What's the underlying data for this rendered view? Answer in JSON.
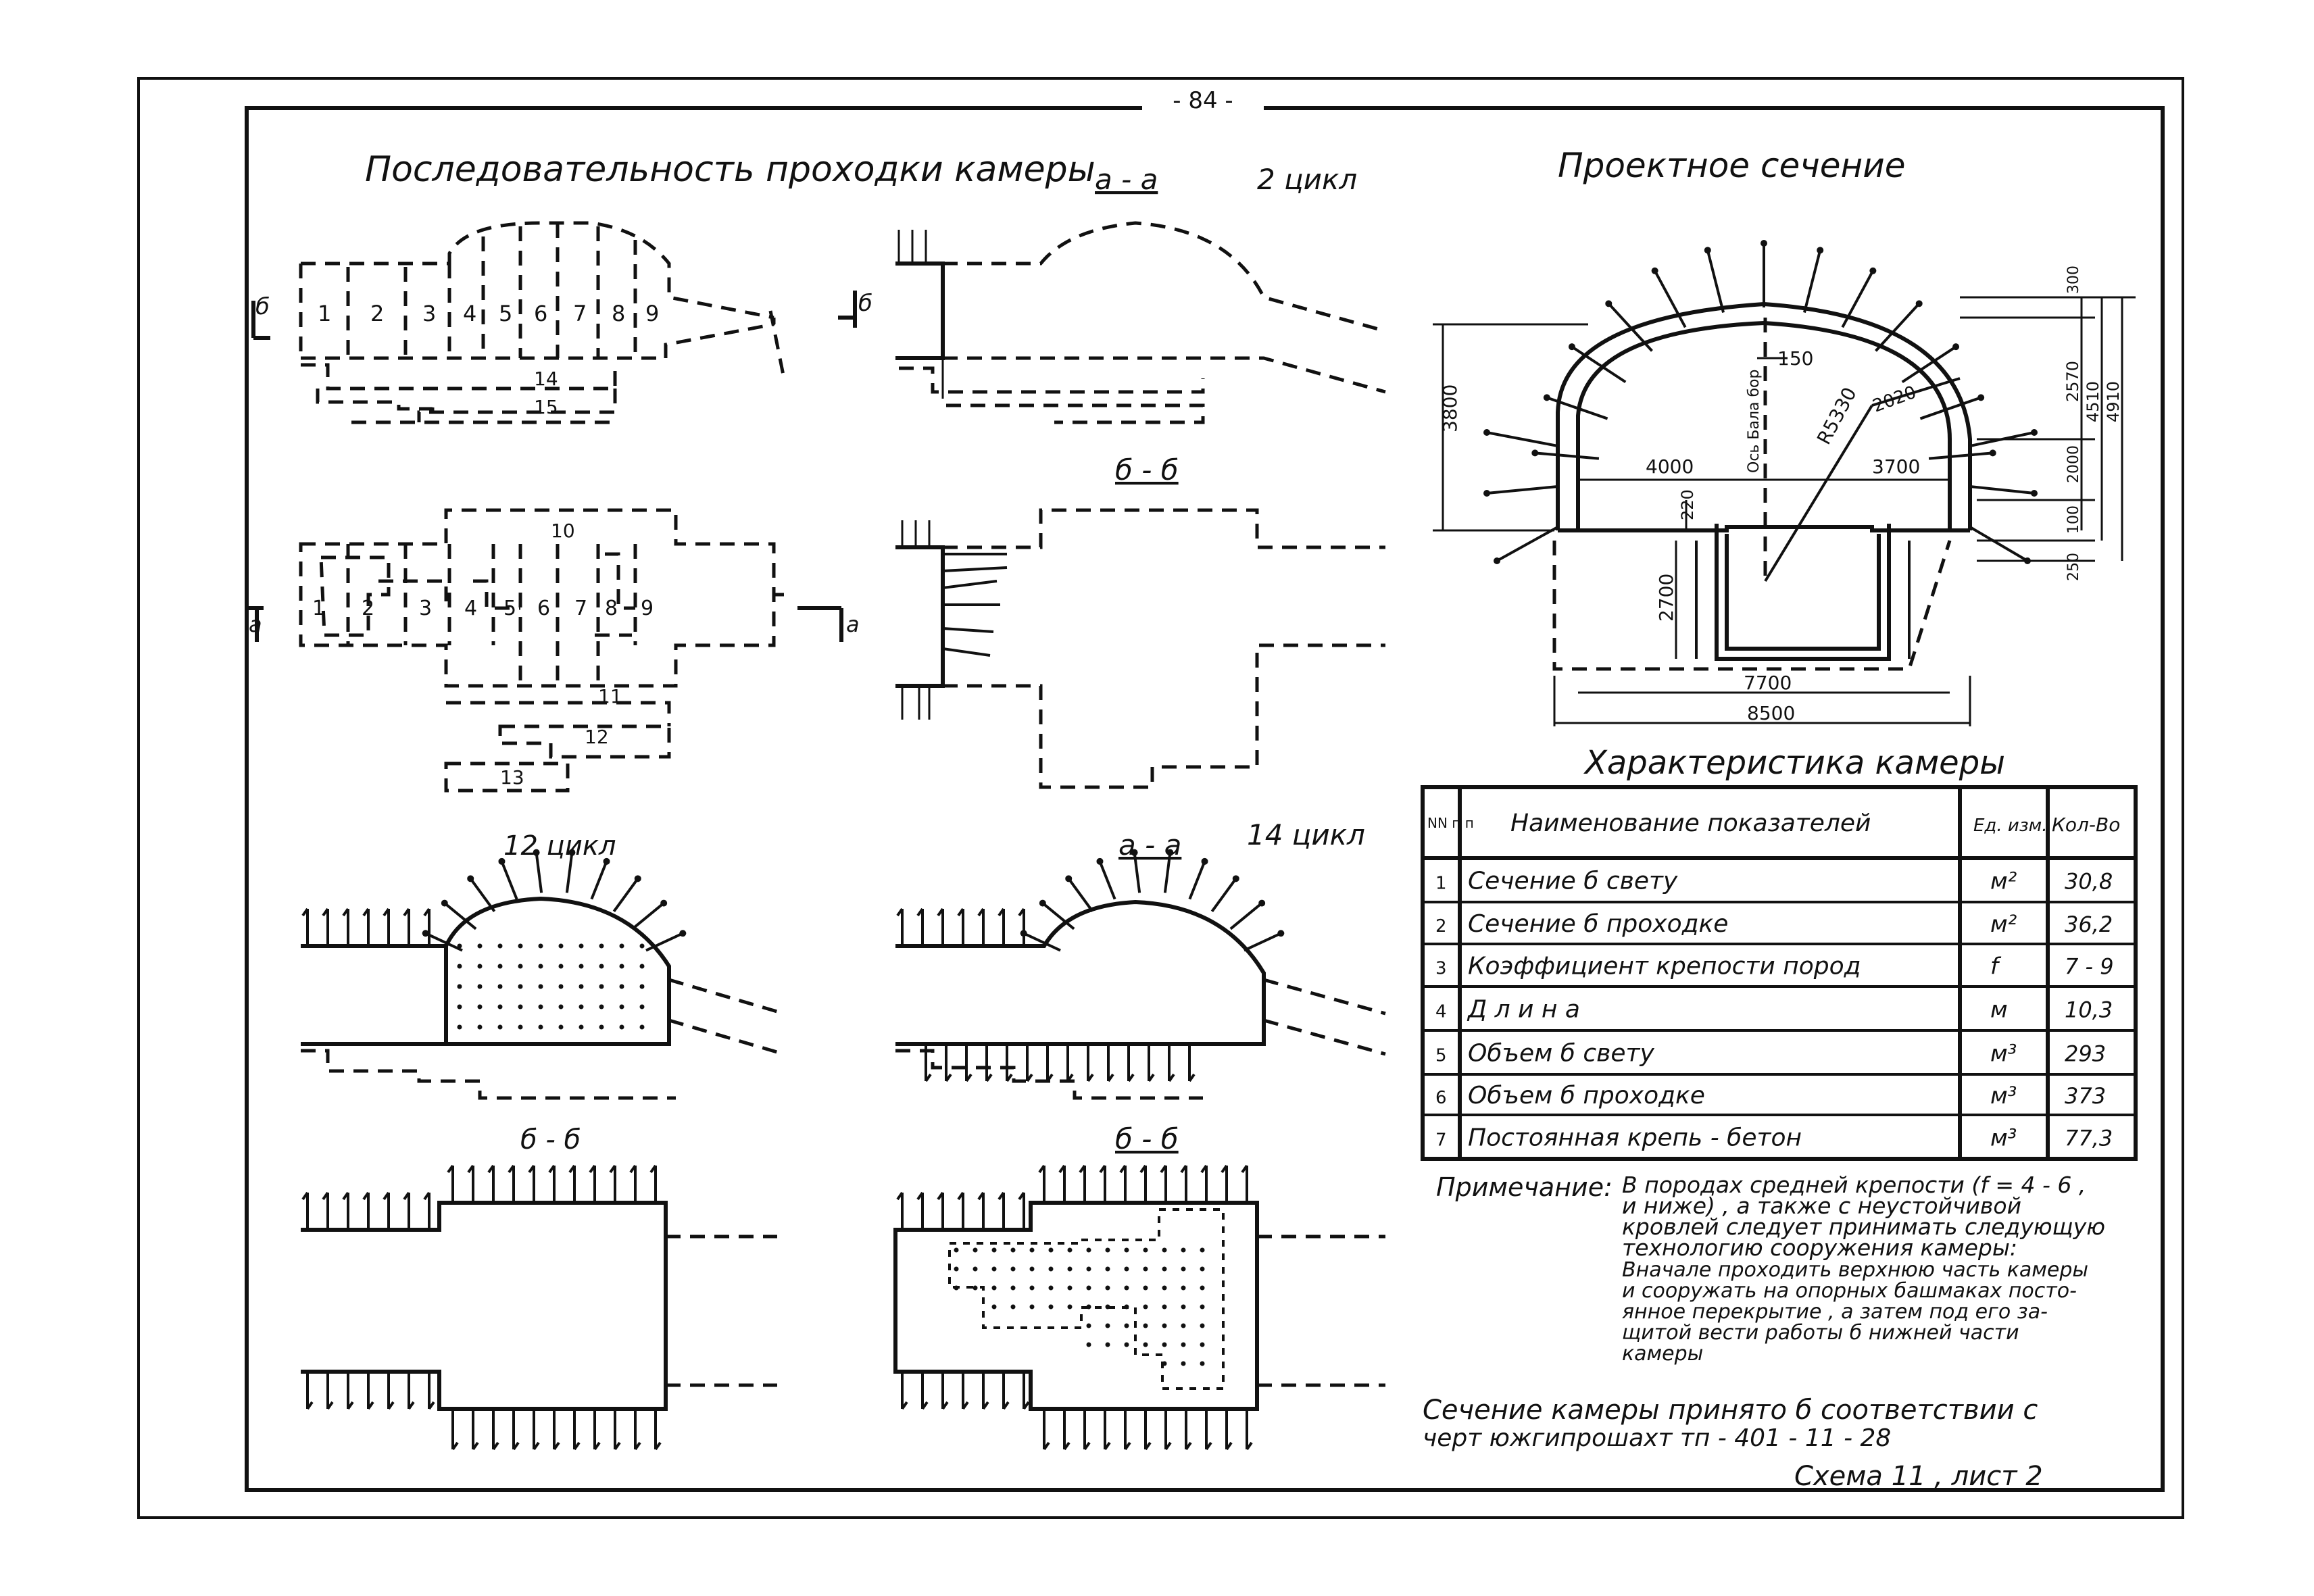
{
  "page_number": "- 84 -",
  "left_panel": {
    "title": "Последовательность проходки камеры",
    "sequence_upper": {
      "cells": [
        "1",
        "2",
        "3",
        "4",
        "5",
        "6",
        "7",
        "8",
        "9"
      ],
      "steps": [
        "14",
        "15"
      ],
      "cut_mark": "б"
    },
    "sequence_lower": {
      "cells": [
        "1",
        "2",
        "3",
        "4",
        "5",
        "6",
        "7",
        "8",
        "9"
      ],
      "steps": [
        "10",
        "11",
        "12",
        "13"
      ],
      "cut_mark": "a"
    },
    "cycle_12_label": "12 цикл",
    "cycle_12_section": "б - б"
  },
  "middle_panel": {
    "section_aa_top": "a - a",
    "cycle_2_label": "2 цикл",
    "section_bb_top": "б - б",
    "section_aa_bottom": "a - a",
    "cycle_14_label": "14 цикл",
    "section_bb_bottom": "б - б"
  },
  "design_section": {
    "title": "Проектное сечение",
    "dims": {
      "height_left": "3800",
      "d150": "150",
      "radius": "R5330",
      "radius2": "2020",
      "axis_label": "Ось Бала бор",
      "w4000": "4000",
      "w3700": "3700",
      "h220": "220",
      "h2700": "2700",
      "w7700": "7700",
      "w8500": "8500",
      "r300": "300",
      "r2570": "2570",
      "r4510": "4510",
      "r4910": "4910",
      "r2000": "2000",
      "r100": "100",
      "r250": "250"
    }
  },
  "characteristics": {
    "title": "Характеристика камеры",
    "headers": {
      "num": "NN п п",
      "name": "Наименование показателей",
      "unit": "Ед. изм.",
      "qty": "Кол-Во"
    },
    "rows": [
      {
        "n": "1",
        "name": "Сечение  б  свету",
        "unit": "м²",
        "qty": "30,8"
      },
      {
        "n": "2",
        "name": "Сечение  б  проходке",
        "unit": "м²",
        "qty": "36,2"
      },
      {
        "n": "3",
        "name": "Коэффициент  крепости  пород",
        "unit": "f",
        "qty": "7 - 9"
      },
      {
        "n": "4",
        "name": "Д л и н а",
        "unit": "м",
        "qty": "10,3"
      },
      {
        "n": "5",
        "name": "Объем  б  свету",
        "unit": "м³",
        "qty": "293"
      },
      {
        "n": "6",
        "name": "Объем  б  проходке",
        "unit": "м³",
        "qty": "373"
      },
      {
        "n": "7",
        "name": "Постоянная  крепь - бетон",
        "unit": "м³",
        "qty": "77,3"
      }
    ]
  },
  "note": {
    "label": "Примечание:",
    "lines": [
      "В породах средней крепости  (f = 4 - 6 ,",
      "и ниже) , а также с неустойчивой",
      "кровлей следует принимать следующую",
      "технологию сооружения камеры:",
      "Вначале проходить верхнюю часть камеры",
      "и сооружать на опорных башмаках посто-",
      "янное перекрытие , а затем под его за-",
      "щитой вести работы б нижней части",
      "камеры"
    ]
  },
  "footer": {
    "line1": "Сечение камеры  принято  б  соответствии  с",
    "line2": "черт  южгипрошахт   тп - 401 - 11 - 28",
    "scheme": "Схема 11 ,  лист 2"
  }
}
